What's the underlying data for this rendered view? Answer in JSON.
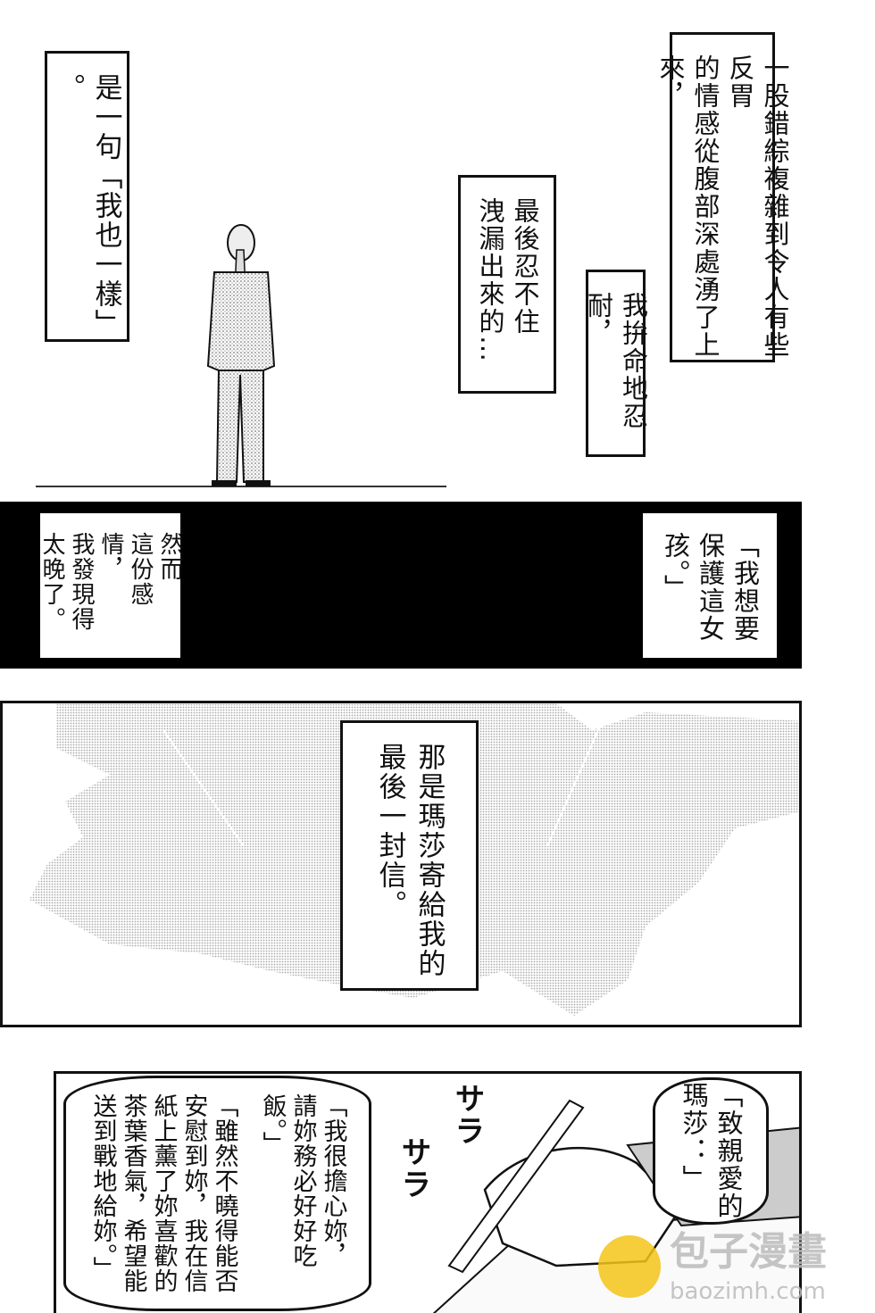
{
  "panel1": {
    "narration_1": "一股錯綜複雜到令人有些反胃\n的情感從腹部深處湧了上來，",
    "narration_2": "我拚命地忍耐，",
    "narration_3": "最後忍不住\n洩漏出來的…",
    "narration_4": "是一句「我也一樣」\n。"
  },
  "panel2": {
    "narration_right": "「我想要\n保護這女\n孩。」",
    "narration_left": "然而\n這份感情，\n我發現得\n太晚了。"
  },
  "panel3": {
    "narration": "那是瑪莎寄給我的\n最後一封信。"
  },
  "panel4": {
    "bubble_1": "「致親愛的\n瑪莎：」",
    "bubble_2": "「我很擔心妳，\n請妳務必好好吃\n飯。」",
    "bubble_3": "「雖然不曉得能否\n安慰到妳，我在信\n紙上薰了妳喜歡的\n茶葉香氣，希望能\n送到戰地給妳。」",
    "sfx_1": "サラ",
    "sfx_2": "サラ"
  },
  "watermark": {
    "title": "包子漫畫",
    "url": "baozimh.com",
    "color": "#f5c518"
  }
}
